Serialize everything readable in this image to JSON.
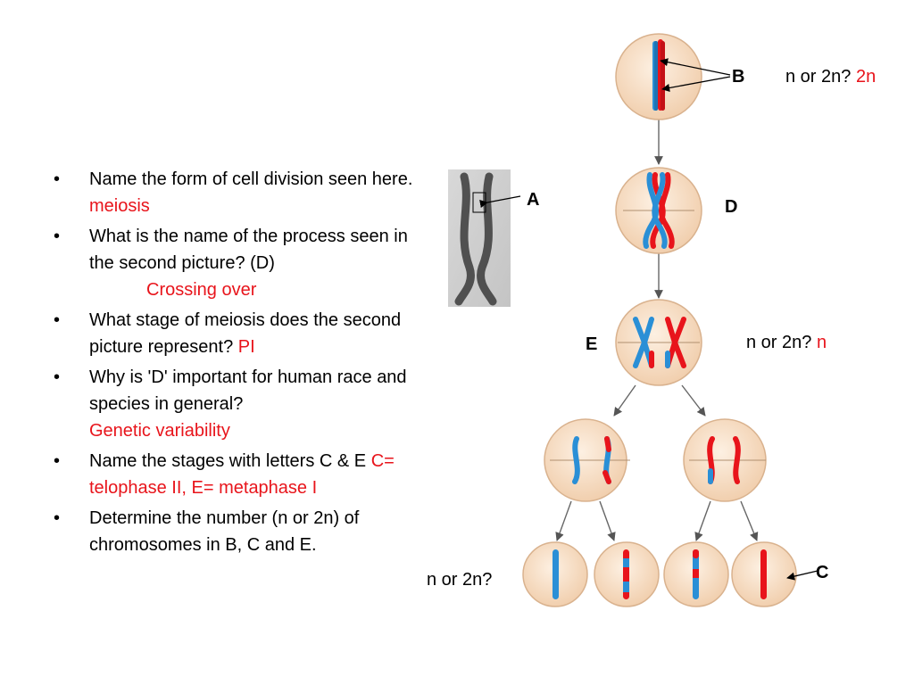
{
  "questions": [
    {
      "text": "Name the form of cell division seen here.",
      "answer": "meiosis"
    },
    {
      "text": "What is the name of the process seen in the second picture? (D)",
      "answer": "Crossing over"
    },
    {
      "text": "What stage of meiosis does the second picture represent?",
      "answer": "PI"
    },
    {
      "text": "Why is 'D' important for human race and species in general?",
      "answer": "Genetic variability"
    },
    {
      "text": "Name the stages with letters C & E",
      "answer": "C= telophase II, E= metaphase I"
    },
    {
      "text": "Determine the number (n or 2n) of chromosomes in B, C and E.",
      "answer": ""
    }
  ],
  "bullet": "•",
  "labels": {
    "A": "A",
    "B": "B",
    "C": "C",
    "D": "D",
    "E": "E"
  },
  "ploidy": {
    "B": {
      "question": "n or 2n?",
      "answer": "2n"
    },
    "E": {
      "question": "n or 2n?",
      "answer": "n"
    },
    "C": {
      "question": "n or 2n?",
      "answer": ""
    }
  },
  "colors": {
    "blue": "#2a8fd6",
    "red": "#e8141b",
    "cell_fill": "#f6dcc0",
    "cell_stroke": "#d9b28e"
  }
}
